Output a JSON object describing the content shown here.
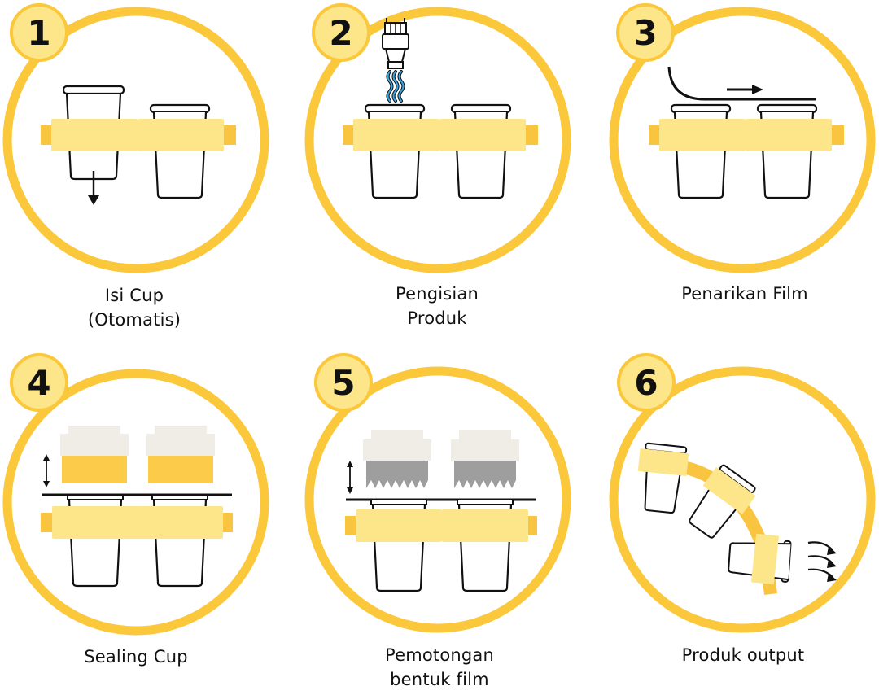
{
  "colors": {
    "ring": "#FBC73B",
    "badge_fill": "#FDE68A",
    "holder_light": "#FDE68A",
    "holder_tab": "#F9C440",
    "liquid": "#FDCB4A",
    "lid": "#F0EDE6",
    "cutter": "#9E9E9E",
    "water": "#3AA7E3",
    "ink": "#111111"
  },
  "steps": [
    {
      "number": "1",
      "label_lines": [
        "Isi Cup",
        "(Otomatis)"
      ]
    },
    {
      "number": "2",
      "label_lines": [
        "Pengisian",
        "Produk"
      ]
    },
    {
      "number": "3",
      "label_lines": [
        "Penarikan Film"
      ]
    },
    {
      "number": "4",
      "label_lines": [
        "Sealing Cup"
      ]
    },
    {
      "number": "5",
      "label_lines": [
        "Pemotongan",
        "bentuk film"
      ]
    },
    {
      "number": "6",
      "label_lines": [
        "Produk output"
      ]
    }
  ]
}
